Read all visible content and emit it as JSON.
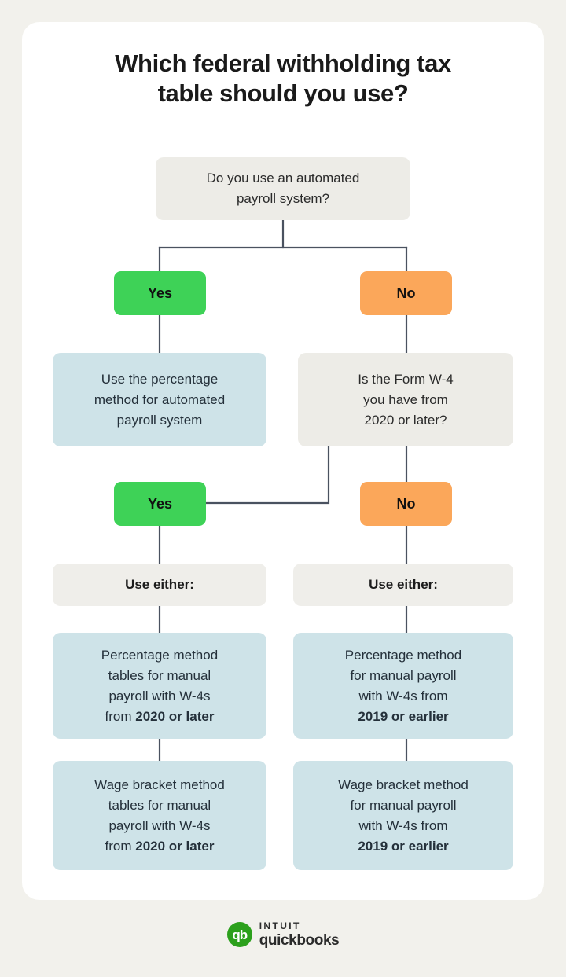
{
  "colors": {
    "page_background": "#f2f1ec",
    "card_background": "#ffffff",
    "neutral_box": "#edece7",
    "result_box": "#cee3e8",
    "yes_green": "#3ed257",
    "no_orange": "#fba75a",
    "connector_line": "#4a5260",
    "quickbooks_green": "#2ca01c",
    "title_text": "#1a1a1a"
  },
  "header": {
    "title_line1": "Which federal withholding tax",
    "title_line2": "table should you use?"
  },
  "flowchart": {
    "type": "decision-tree",
    "root_question": {
      "line1": "Do you use an automated",
      "line2": "payroll system?"
    },
    "branch_labels": {
      "yes": "Yes",
      "no": "No"
    },
    "level1": {
      "yes_outcome": {
        "line1": "Use the percentage",
        "line2": "method for automated",
        "line3": "payroll system"
      },
      "no_question": {
        "line1": "Is the Form W-4",
        "line2": "you have from",
        "line3": "2020 or later?"
      }
    },
    "level2": {
      "yes_label": "Yes",
      "no_label": "No",
      "use_either_left": "Use either:",
      "use_either_right": "Use either:"
    },
    "outcomes_left": [
      {
        "line1": "Percentage method",
        "line2": "tables for manual",
        "line3": "payroll with W-4s",
        "line4_prefix": "from ",
        "line4_bold": "2020 or later"
      },
      {
        "line1": "Wage bracket method",
        "line2": "tables for manual",
        "line3": "payroll with W-4s",
        "line4_prefix": "from ",
        "line4_bold": "2020 or later"
      }
    ],
    "outcomes_right": [
      {
        "line1": "Percentage method",
        "line2": "for manual payroll",
        "line3": "with W-4s from",
        "line4_bold": "2019 or earlier"
      },
      {
        "line1": "Wage bracket method",
        "line2": "for manual payroll",
        "line3": "with W-4s from",
        "line4_bold": "2019 or earlier"
      }
    ]
  },
  "footer": {
    "logo_monogram": "qb",
    "brand_top": "INTUIT",
    "brand_bottom": "quickbooks"
  }
}
